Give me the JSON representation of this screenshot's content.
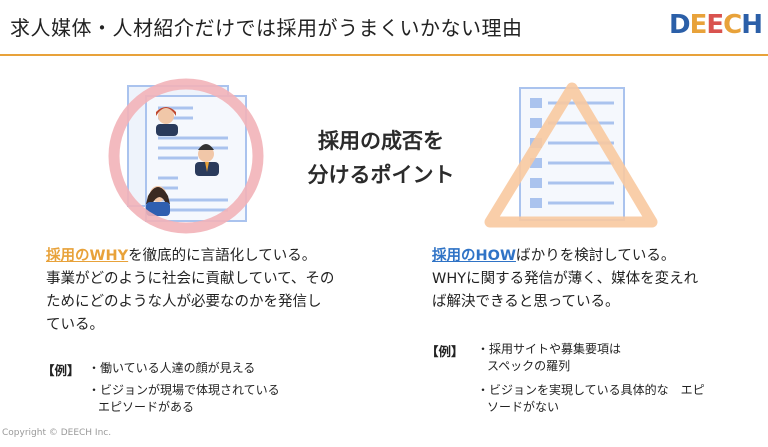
{
  "header": {
    "title": "求人媒体・人材紹介だけでは採用がうまくいかない理由",
    "logo": {
      "letters": [
        "D",
        "E",
        "E",
        "C",
        "H"
      ],
      "colors": [
        "#2b5fa8",
        "#e8a23a",
        "#d9534f",
        "#e8a23a",
        "#2b5fa8"
      ]
    }
  },
  "center": {
    "line1": "採用の成否を",
    "line2": "分けるポイント"
  },
  "left": {
    "highlight": "採用のWHY",
    "line1_rest": "を徹底的に言語化している。",
    "line2": "事業がどのように社会に貢献していて、その",
    "line3": "ためにどのような人が必要なのかを発信し",
    "line4": "ている。",
    "example_label": "【例】",
    "example_1": "・働いている人達の顔が見える",
    "example_2a": "・ビジョンが現場で体現されている",
    "example_2b": "エピソードがある"
  },
  "right": {
    "highlight": "採用のHOW",
    "line1_rest": "ばかりを検討している。",
    "line2": "WHYに関する発信が薄く、媒体を変えれ",
    "line3": "ば解決できると思っている。",
    "example_label": "【例】",
    "example_1a": "・採用サイトや募集要項は",
    "example_1b": "スペックの羅列",
    "example_2a": "・ビジョンを実現している具体的な　エピ",
    "example_2b": "ソードがない"
  },
  "colors": {
    "accent_orange": "#e8a23a",
    "accent_blue": "#2f73c6",
    "circle_pink": "#f2b3b8",
    "triangle_peach": "#f8c9a0",
    "doc_blue": "#aac3ee"
  },
  "footer": {
    "copyright": "Copyright © DEECH Inc."
  }
}
